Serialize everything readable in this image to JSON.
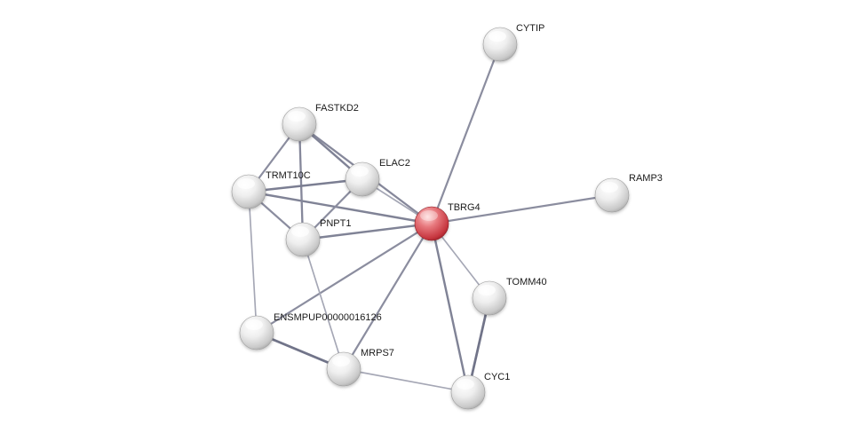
{
  "network": {
    "nodes": [
      {
        "id": "CYTIP",
        "label": "CYTIP",
        "type": "neighbor"
      },
      {
        "id": "FASTKD2",
        "label": "FASTKD2",
        "type": "neighbor"
      },
      {
        "id": "ELAC2",
        "label": "ELAC2",
        "type": "neighbor"
      },
      {
        "id": "TRMT10C",
        "label": "TRMT10C",
        "type": "neighbor"
      },
      {
        "id": "TBRG4",
        "label": "TBRG4",
        "type": "query"
      },
      {
        "id": "RAMP3",
        "label": "RAMP3",
        "type": "neighbor"
      },
      {
        "id": "PNPT1",
        "label": "PNPT1",
        "type": "neighbor"
      },
      {
        "id": "TOMM40",
        "label": "TOMM40",
        "type": "neighbor"
      },
      {
        "id": "ENSMPUP00000016126",
        "label": "ENSMPUP00000016126",
        "type": "neighbor"
      },
      {
        "id": "MRPS7",
        "label": "MRPS7",
        "type": "neighbor"
      },
      {
        "id": "CYC1",
        "label": "CYC1",
        "type": "neighbor"
      }
    ],
    "edges": [
      {
        "source": "TBRG4",
        "target": "CYTIP",
        "strength": 0.55
      },
      {
        "source": "TBRG4",
        "target": "RAMP3",
        "strength": 0.55
      },
      {
        "source": "TBRG4",
        "target": "FASTKD2",
        "strength": 0.6
      },
      {
        "source": "TBRG4",
        "target": "ELAC2",
        "strength": 0.3
      },
      {
        "source": "TBRG4",
        "target": "TRMT10C",
        "strength": 0.65
      },
      {
        "source": "TBRG4",
        "target": "PNPT1",
        "strength": 0.65
      },
      {
        "source": "TBRG4",
        "target": "TOMM40",
        "strength": 0.3
      },
      {
        "source": "TBRG4",
        "target": "ENSMPUP00000016126",
        "strength": 0.55
      },
      {
        "source": "TBRG4",
        "target": "MRPS7",
        "strength": 0.55
      },
      {
        "source": "TBRG4",
        "target": "CYC1",
        "strength": 0.65
      },
      {
        "source": "FASTKD2",
        "target": "ELAC2",
        "strength": 0.65
      },
      {
        "source": "FASTKD2",
        "target": "TRMT10C",
        "strength": 0.55
      },
      {
        "source": "FASTKD2",
        "target": "PNPT1",
        "strength": 0.6
      },
      {
        "source": "ELAC2",
        "target": "TRMT10C",
        "strength": 0.7
      },
      {
        "source": "ELAC2",
        "target": "PNPT1",
        "strength": 0.55
      },
      {
        "source": "TRMT10C",
        "target": "PNPT1",
        "strength": 0.55
      },
      {
        "source": "TRMT10C",
        "target": "ENSMPUP00000016126",
        "strength": 0.3
      },
      {
        "source": "PNPT1",
        "target": "MRPS7",
        "strength": 0.3
      },
      {
        "source": "ENSMPUP00000016126",
        "target": "MRPS7",
        "strength": 0.8
      },
      {
        "source": "MRPS7",
        "target": "CYC1",
        "strength": 0.3
      },
      {
        "source": "TOMM40",
        "target": "CYC1",
        "strength": 0.8
      }
    ]
  },
  "colors": {
    "background": "#ffffff",
    "neighbor_node": "#e9e9e9",
    "query_node": "#d94c55",
    "edge_strong": "#5c6078",
    "edge_weak": "#c4c5cf",
    "label": "#1a1a1a"
  }
}
